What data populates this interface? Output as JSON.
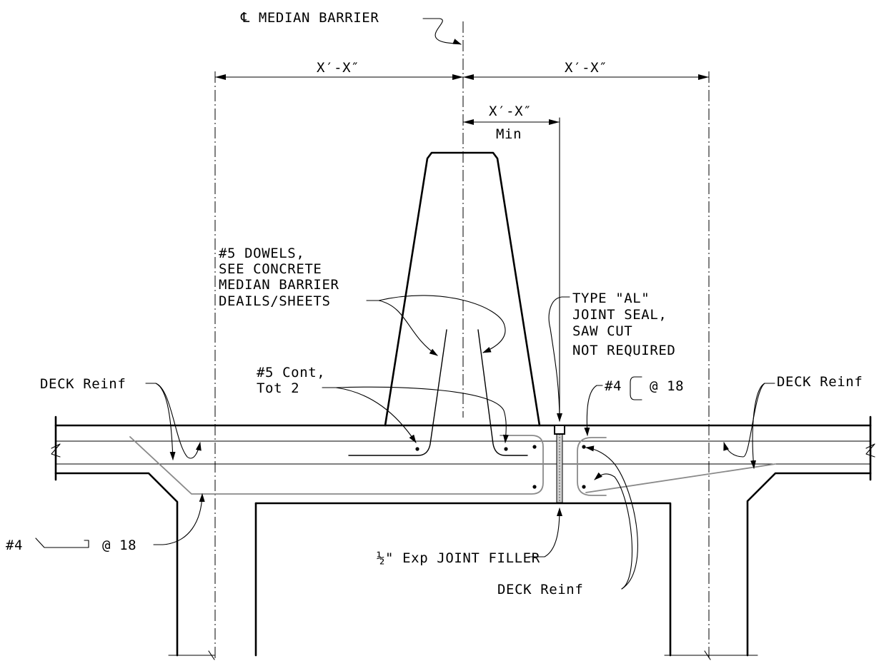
{
  "labels": {
    "centerline": "℄ MEDIAN BARRIER",
    "dim_left": "X′-X″",
    "dim_right": "X′-X″",
    "dim_min_top": "X′-X″",
    "dim_min_bottom": "Min",
    "dowels": [
      "#5 DOWELS,",
      "SEE CONCRETE",
      "MEDIAN BARRIER",
      "DEAILS/SHEETS"
    ],
    "joint_seal": [
      "TYPE \"AL\"",
      "JOINT SEAL,",
      "SAW CUT",
      "NOT REQUIRED"
    ],
    "cont_bars": [
      "#5 Cont,",
      "Tot 2"
    ],
    "deck_reinf_left": "DECK Reinf",
    "deck_reinf_right": "DECK Reinf",
    "deck_reinf_bottom": "DECK Reinf",
    "bar4_right_prefix": "#4",
    "bar4_right_suffix": "@ 18",
    "bar4_left_prefix": "#4",
    "bar4_left_suffix": "@ 18",
    "filler_half": "½",
    "filler_rest": "\" Exp JOINT FILLER"
  }
}
